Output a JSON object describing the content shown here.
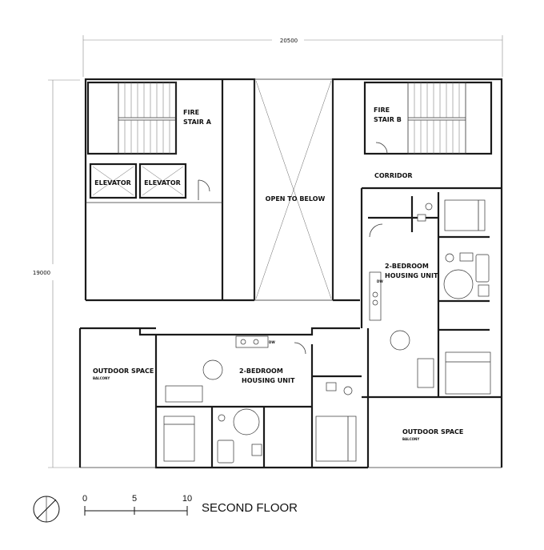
{
  "dimensions": {
    "width_label": "20500",
    "height_label": "19000"
  },
  "rooms": {
    "fire_stair_a": [
      "FIRE",
      "STAIR A"
    ],
    "fire_stair_b": [
      "FIRE",
      "STAIR B"
    ],
    "elevator_1": "ELEVATOR",
    "elevator_2": "ELEVATOR",
    "corridor": "CORRIDOR",
    "open_to_below": "OPEN TO BELOW",
    "unit_east": [
      "2-BEDROOM",
      "HOUSING UNIT"
    ],
    "unit_south": [
      "2-BEDROOM",
      "HOUSING UNIT"
    ],
    "outdoor_west": {
      "label": "OUTDOOR SPACE",
      "sub": "BALCONY"
    },
    "outdoor_east": {
      "label": "OUTDOOR SPACE",
      "sub": "BALCONY"
    },
    "dw_1": "DW",
    "dw_2": "DW"
  },
  "scale": {
    "ticks": [
      "0",
      "5",
      "10"
    ]
  },
  "title": "SECOND FLOOR"
}
